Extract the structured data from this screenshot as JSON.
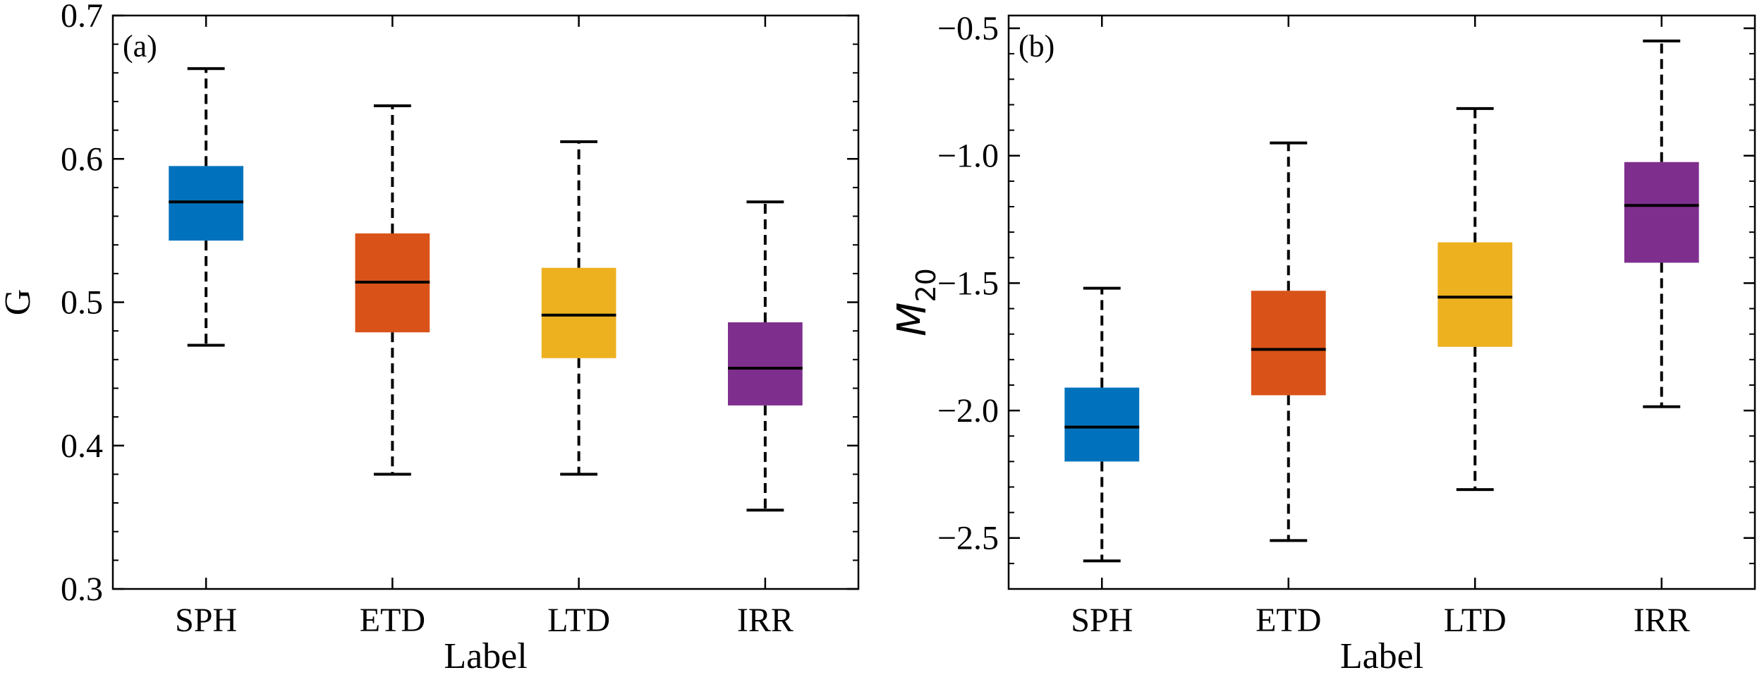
{
  "chart_data": [
    {
      "type": "box",
      "panel_label": "(a)",
      "xlabel": "Label",
      "ylabel": "G",
      "ylabel_subscript": "",
      "ylim": [
        0.3,
        0.7
      ],
      "yticks": [
        0.3,
        0.4,
        0.5,
        0.6,
        0.7
      ],
      "ytick_labels": [
        "0.3",
        "0.4",
        "0.5",
        "0.6",
        "0.7"
      ],
      "minor_ytick_step": 0.02,
      "categories": [
        "SPH",
        "ETD",
        "LTD",
        "IRR"
      ],
      "colors": [
        "#0072bd",
        "#d95319",
        "#edb120",
        "#7e2f8e"
      ],
      "boxes": [
        {
          "whisker_low": 0.47,
          "q1": 0.543,
          "median": 0.57,
          "q3": 0.595,
          "whisker_high": 0.663
        },
        {
          "whisker_low": 0.38,
          "q1": 0.479,
          "median": 0.514,
          "q3": 0.548,
          "whisker_high": 0.637
        },
        {
          "whisker_low": 0.38,
          "q1": 0.461,
          "median": 0.491,
          "q3": 0.524,
          "whisker_high": 0.612
        },
        {
          "whisker_low": 0.355,
          "q1": 0.428,
          "median": 0.454,
          "q3": 0.486,
          "whisker_high": 0.57
        }
      ],
      "grid": false,
      "legend": "none"
    },
    {
      "type": "box",
      "panel_label": "(b)",
      "xlabel": "Label",
      "ylabel": "M",
      "ylabel_subscript": "20",
      "ylim": [
        -2.7,
        -0.45
      ],
      "yticks": [
        -2.5,
        -2.0,
        -1.5,
        -1.0,
        -0.5
      ],
      "ytick_labels": [
        "−2.5",
        "−2.0",
        "−1.5",
        "−1.0",
        "−0.5"
      ],
      "minor_ytick_step": 0.1,
      "categories": [
        "SPH",
        "ETD",
        "LTD",
        "IRR"
      ],
      "colors": [
        "#0072bd",
        "#d95319",
        "#edb120",
        "#7e2f8e"
      ],
      "boxes": [
        {
          "whisker_low": -2.59,
          "q1": -2.2,
          "median": -2.065,
          "q3": -1.91,
          "whisker_high": -1.52
        },
        {
          "whisker_low": -2.51,
          "q1": -1.94,
          "median": -1.76,
          "q3": -1.53,
          "whisker_high": -0.95
        },
        {
          "whisker_low": -2.31,
          "q1": -1.75,
          "median": -1.555,
          "q3": -1.34,
          "whisker_high": -0.815
        },
        {
          "whisker_low": -1.985,
          "q1": -1.42,
          "median": -1.195,
          "q3": -1.025,
          "whisker_high": -0.55
        }
      ],
      "grid": false,
      "legend": "none"
    }
  ]
}
